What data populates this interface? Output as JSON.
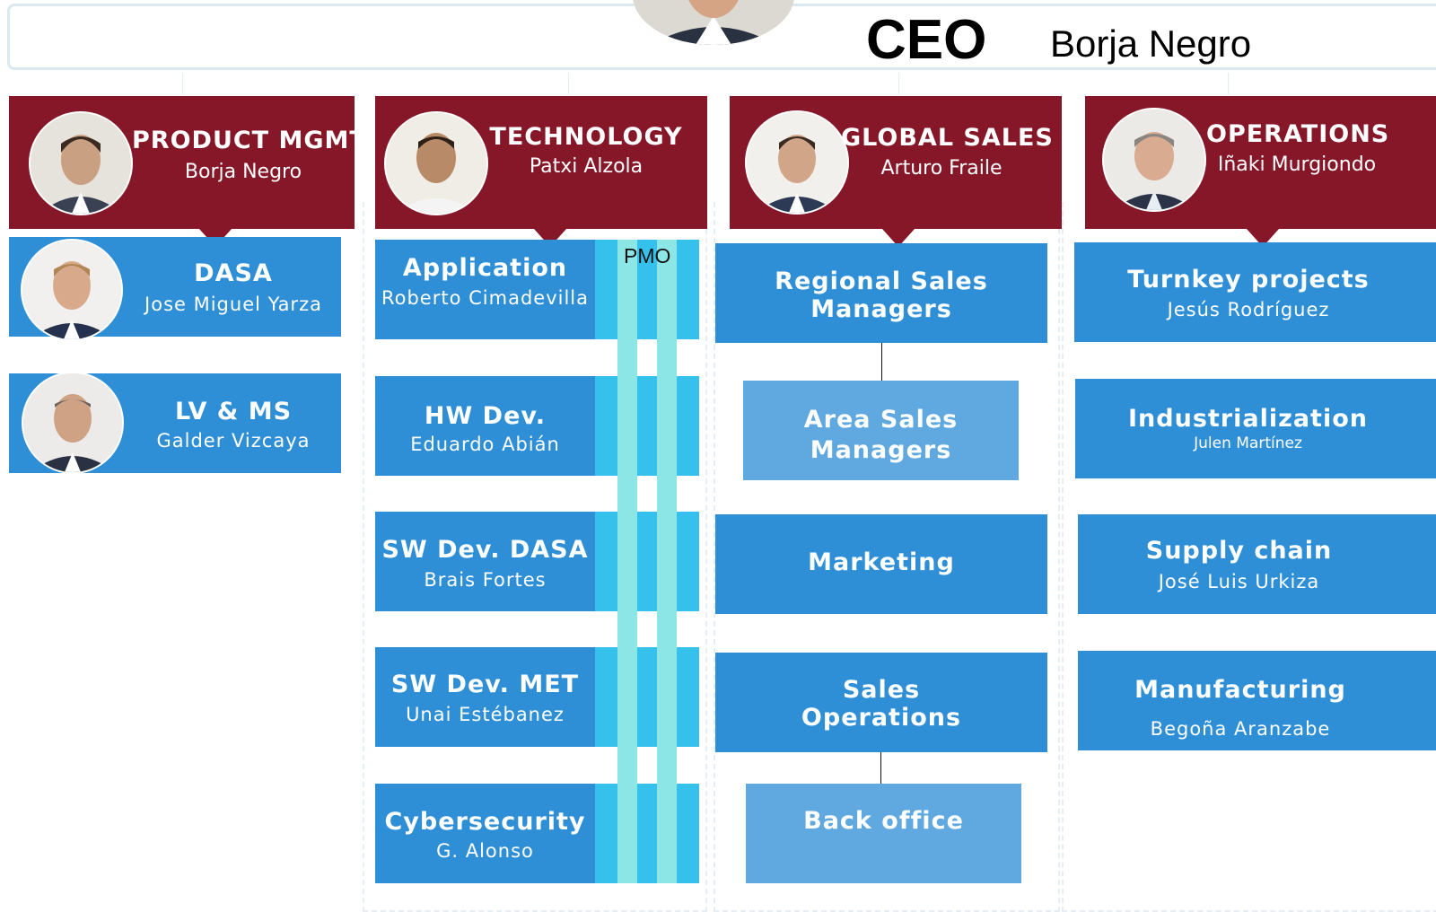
{
  "ceo": {
    "title": "CEO",
    "name": "Borja Negro"
  },
  "departments": [
    {
      "title": "PRODUCT MGMT.",
      "name": "Borja Negro"
    },
    {
      "title": "TECHNOLOGY",
      "name": "Patxi Alzola"
    },
    {
      "title": "GLOBAL SALES",
      "name": "Arturo Fraile"
    },
    {
      "title": "OPERATIONS",
      "name": "Iñaki Murgiondo"
    }
  ],
  "product": [
    {
      "title": "DASA",
      "name": "Jose Miguel Yarza"
    },
    {
      "title": "LV & MS",
      "name": "Galder Vizcaya"
    }
  ],
  "technology": {
    "pmo_label": "PMO",
    "teams": [
      {
        "title": "Application",
        "name": "Roberto Cimadevilla"
      },
      {
        "title": "HW Dev.",
        "name": "Eduardo Abián"
      },
      {
        "title": "SW Dev. DASA",
        "name": "Brais Fortes"
      },
      {
        "title": "SW Dev. MET",
        "name": "Unai Estébanez"
      },
      {
        "title": "Cybersecurity",
        "name": "G. Alonso"
      }
    ]
  },
  "sales": [
    {
      "title_line1": "Regional Sales",
      "title_line2": "Managers"
    },
    {
      "title_line1": "Area Sales",
      "title_line2": "Managers"
    },
    {
      "title": "Marketing"
    },
    {
      "title_line1": "Sales",
      "title_line2": "Operations"
    },
    {
      "title": "Back office"
    }
  ],
  "operations": [
    {
      "title": "Turnkey projects",
      "name": "Jesús Rodríguez"
    },
    {
      "title": "Industrialization",
      "name": "Julen Martínez"
    },
    {
      "title": "Supply chain",
      "name": "José Luis Urkiza"
    },
    {
      "title": "Manufacturing",
      "name": "Begoña Aranzabe"
    }
  ],
  "colors": {
    "header": "#861728",
    "box": "#2f8fd6",
    "box_light": "#5fa8e0",
    "tech_accent": "#36c1ec",
    "pmo": "#8de6e6"
  }
}
